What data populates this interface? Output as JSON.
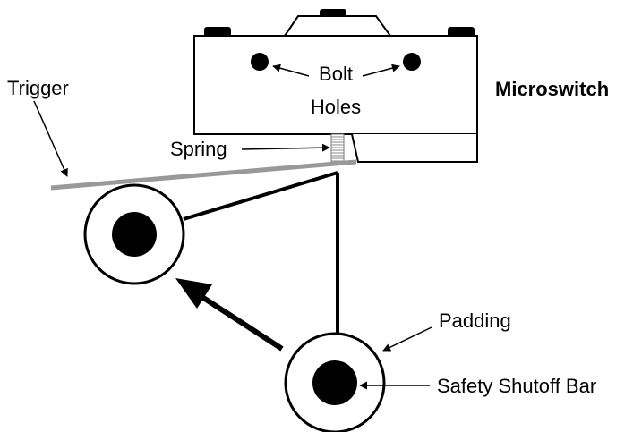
{
  "labels": {
    "trigger": "Trigger",
    "bolt_line1": "Bolt",
    "bolt_line2": "Holes",
    "microswitch": "Microswitch",
    "spring": "Spring",
    "padding": "Padding",
    "safety_bar": "Safety Shutoff Bar"
  },
  "colors": {
    "ink": "#000000",
    "trigger_bar": "#999999",
    "spring": "#888888",
    "background": "#ffffff"
  }
}
